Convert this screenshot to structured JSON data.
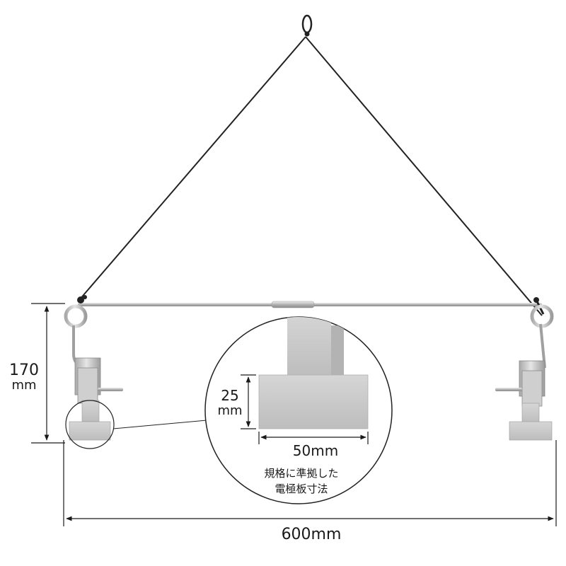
{
  "dimensions": {
    "height_value": "170",
    "height_unit": "mm",
    "clip_height_value": "25",
    "clip_height_unit": "mm",
    "clip_width": "50mm",
    "total_width": "600mm"
  },
  "note": {
    "line1": "規格に準拠した",
    "line2": "電極板寸法"
  },
  "colors": {
    "wire": "#222222",
    "steel_light": "#d9d9d9",
    "steel_mid": "#b8b8b8",
    "steel_dark": "#8f8f8f",
    "dimension_line": "#1a1a1a"
  }
}
